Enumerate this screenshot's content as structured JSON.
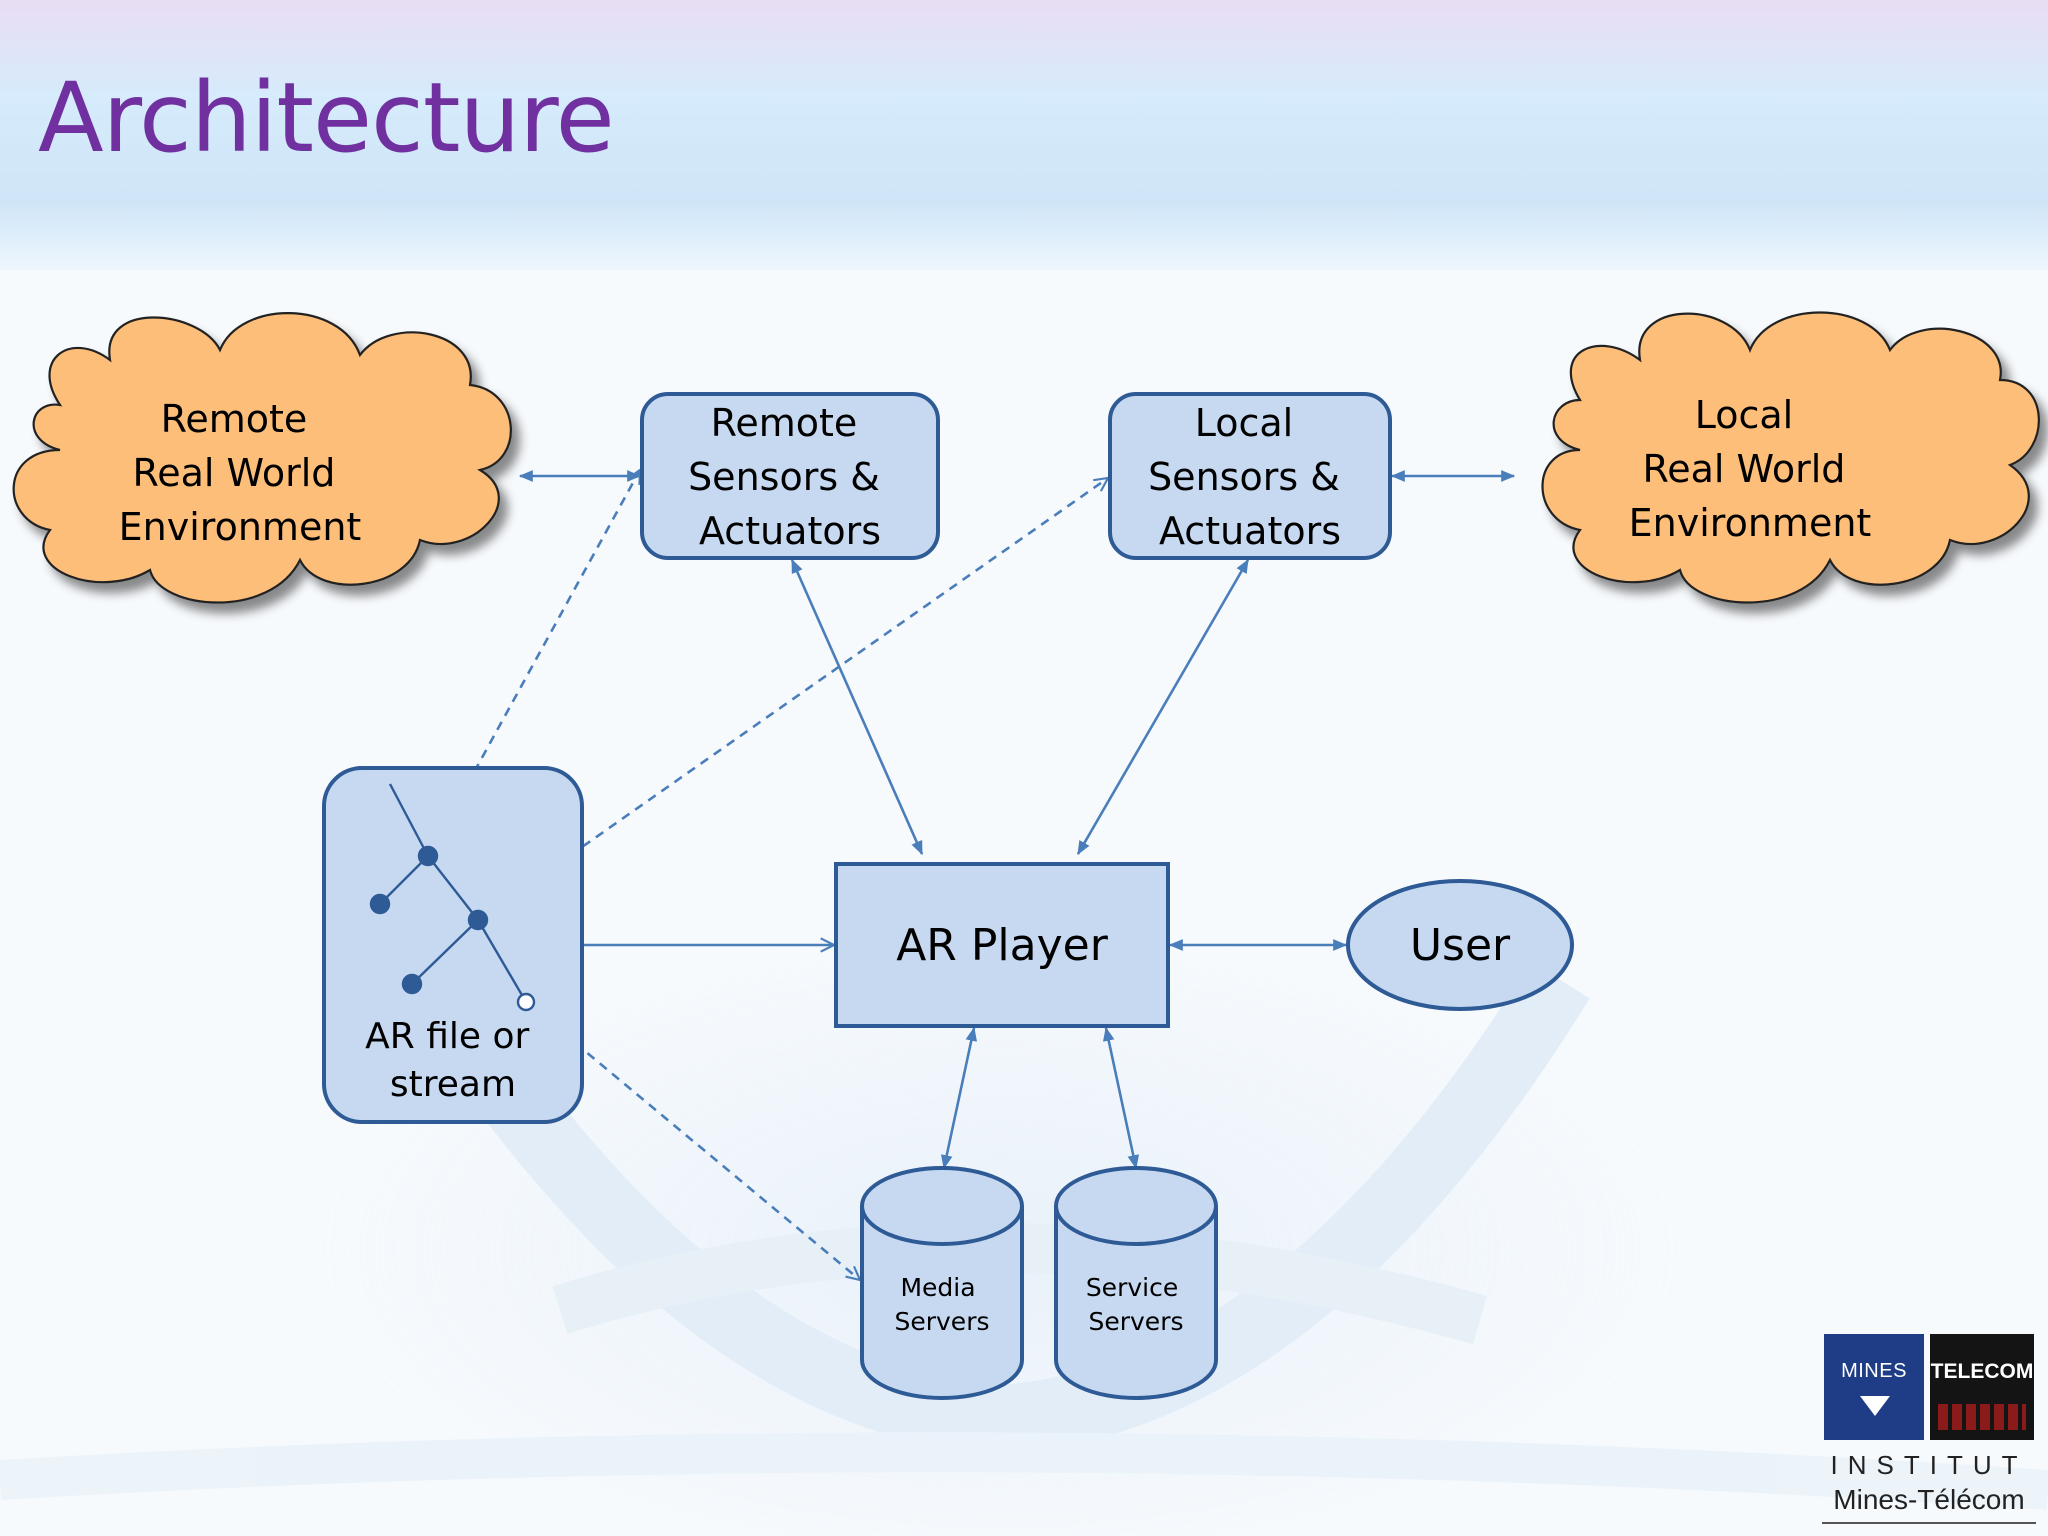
{
  "slide": {
    "title": "Architecture"
  },
  "diagram": {
    "remote_environment": [
      "Remote",
      "Real World",
      "Environment"
    ],
    "remote_sensors": [
      "Remote",
      "Sensors &",
      "Actuators"
    ],
    "local_sensors": [
      "Local",
      "Sensors &",
      "Actuators"
    ],
    "local_environment": [
      "Local",
      "Real World",
      "Environment"
    ],
    "ar_file": [
      "AR file or",
      "stream"
    ],
    "ar_player": "AR Player",
    "user": "User",
    "media_servers": [
      "Media",
      "Servers"
    ],
    "service_servers": [
      "Service",
      "Servers"
    ]
  },
  "logo": {
    "mines": "MINES",
    "telecom": "TELECOM",
    "institut": "INSTITUT",
    "name": "Mines-Télécom"
  },
  "colors": {
    "title": "#7030a0",
    "cloud_fill": "#fdbe7a",
    "box_fill": "#c6d9f1",
    "box_stroke": "#2e5a96",
    "arrow": "#4a7ebb"
  }
}
